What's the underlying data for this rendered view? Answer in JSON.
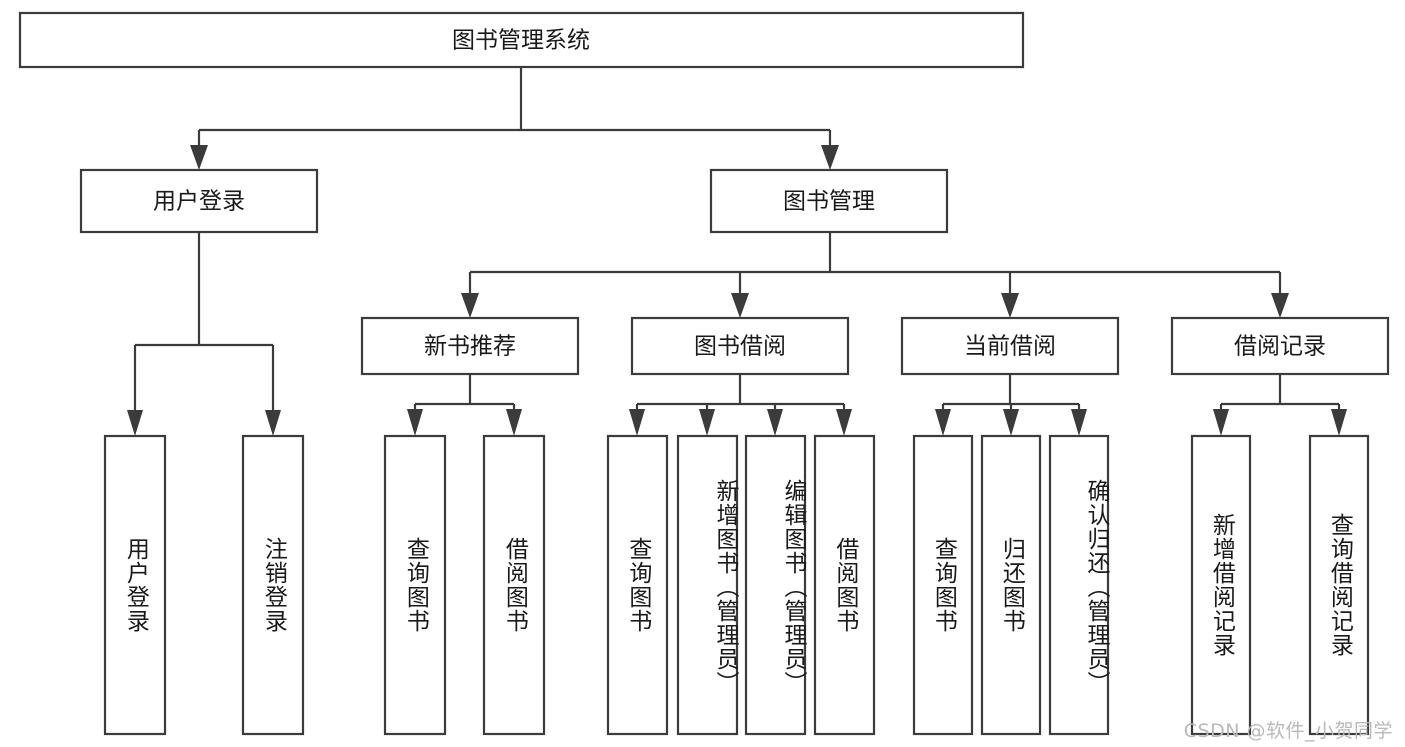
{
  "diagram": {
    "type": "tree-hierarchy",
    "title": "图书管理系统",
    "orientation": "top-down",
    "watermark": "CSDN @软件_小贺同学",
    "colors": {
      "stroke": "#3b3b3b",
      "box_fill": "#ffffff",
      "text": "#1a1a1a",
      "watermark": "#b9b9b9",
      "background": "#ffffff"
    },
    "root": {
      "label": "图书管理系统"
    },
    "level2": [
      {
        "label": "用户登录"
      },
      {
        "label": "图书管理"
      }
    ],
    "level3": [
      {
        "label": "新书推荐"
      },
      {
        "label": "图书借阅"
      },
      {
        "label": "当前借阅"
      },
      {
        "label": "借阅记录"
      }
    ],
    "leaves": {
      "user_login": [
        {
          "label": "用户登录"
        },
        {
          "label": "注销登录"
        }
      ],
      "new_book_recommend": [
        {
          "label": "查询图书"
        },
        {
          "label": "借阅图书"
        }
      ],
      "book_borrow": [
        {
          "label": "查询图书"
        },
        {
          "label": "新增图书（管理员）"
        },
        {
          "label": "编辑图书（管理员）"
        },
        {
          "label": "借阅图书"
        }
      ],
      "current_borrow": [
        {
          "label": "查询图书"
        },
        {
          "label": "归还图书"
        },
        {
          "label": "确认归还（管理员）"
        }
      ],
      "borrow_record": [
        {
          "label": "新增借阅记录"
        },
        {
          "label": "查询借阅记录"
        }
      ]
    }
  }
}
